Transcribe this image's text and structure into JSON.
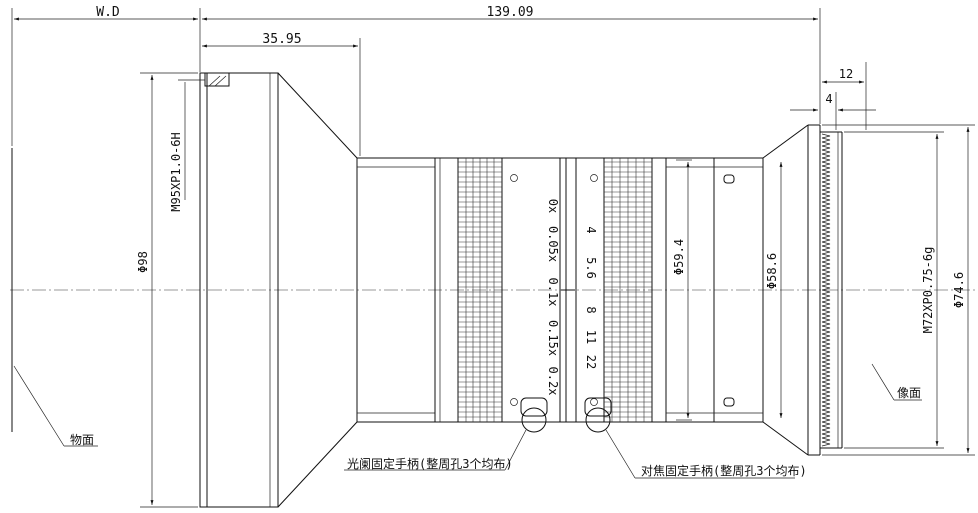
{
  "dimensions": {
    "working_distance": "W.D",
    "total_length": "139.09",
    "front_length": "35.95",
    "flange_12": "12",
    "flange_4": "4",
    "front_thread": "M95XP1.0-6H",
    "diameter_front": "Φ98",
    "diameter_mid": "Φ59.4",
    "diameter_rear": "Φ58.6",
    "rear_thread": "M72XP0.75-6g",
    "diameter_flange": "Φ74.6"
  },
  "scales": {
    "magnification": [
      "0x",
      "0.05x",
      "0.1x",
      "0.15x",
      "0.2x"
    ],
    "aperture": [
      "4",
      "5.6",
      "8",
      "11",
      "22"
    ]
  },
  "labels": {
    "object_plane": "物面",
    "image_plane": "像面",
    "aperture_screw": "光阑固定手柄(整周孔3个均布)",
    "focus_screw": "对焦固定手柄(整周孔3个均布)"
  },
  "colors": {
    "line": "#111111",
    "background": "#ffffff"
  }
}
